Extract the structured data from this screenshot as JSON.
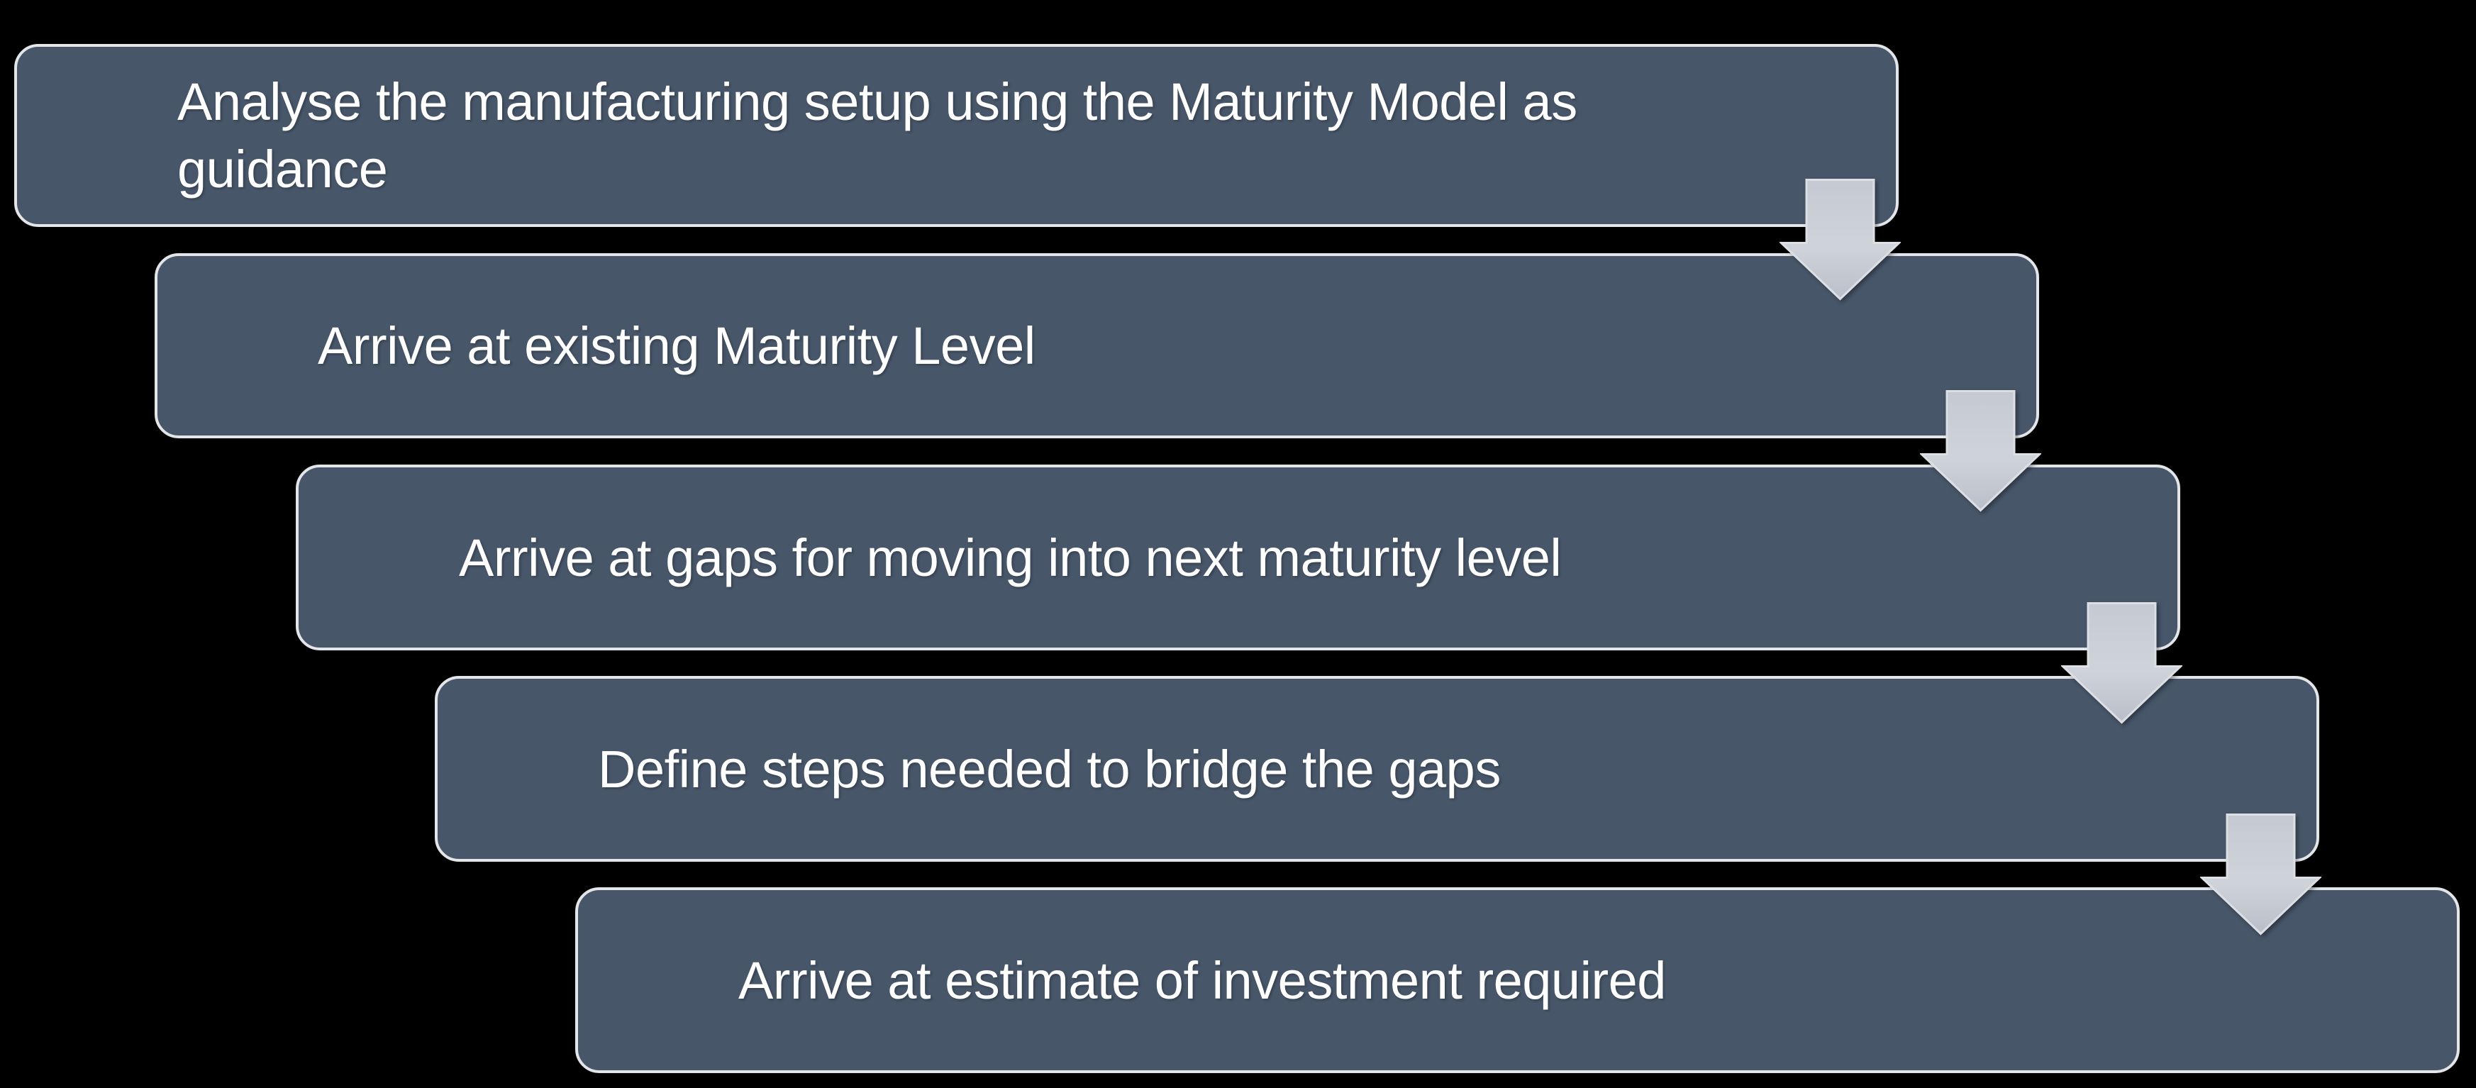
{
  "diagram": {
    "type": "step-down-process-flow",
    "steps": [
      {
        "label": "Analyse the manufacturing setup using the Maturity Model as guidance"
      },
      {
        "label": "Arrive at existing Maturity Level"
      },
      {
        "label": "Arrive at gaps for moving into next maturity level"
      },
      {
        "label": "Define steps needed to bridge the gaps"
      },
      {
        "label": "Arrive at estimate of investment required"
      }
    ],
    "connector": "down-arrow",
    "colors": {
      "background": "#000000",
      "box_fill": "#475669",
      "box_border": "#e3e5e8",
      "arrow_fill_top": "#c5c9d1",
      "arrow_fill_mid": "#ced2d9",
      "arrow_fill_bottom": "#b9bfc9",
      "arrow_border": "#dcdfe4",
      "text": "#ffffff"
    }
  }
}
